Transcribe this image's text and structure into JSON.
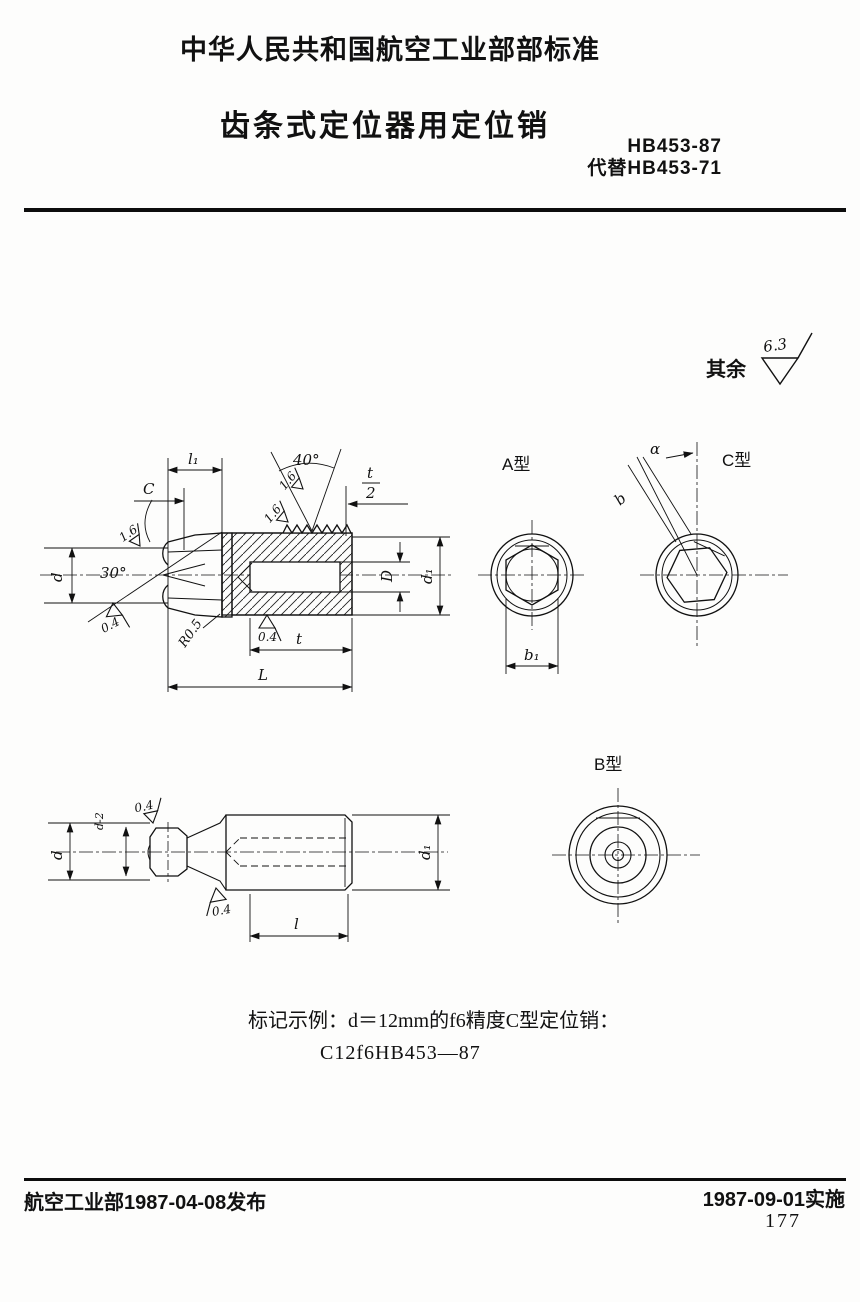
{
  "header": {
    "org": "中华人民共和国航空工业部部标准",
    "title": "齿条式定位器用定位销",
    "std_no": "HB453-87",
    "replaces": "代替HB453-71"
  },
  "surface_note": {
    "prefix": "其余",
    "roughness": "6.3"
  },
  "main_view": {
    "l1": "l₁",
    "c": "C",
    "angle_top": "40°",
    "rough_flank_1": "1.6",
    "rough_flank_2": "1.6",
    "t_num": "t",
    "t_den": "2",
    "angle_left": "30°",
    "rough_tip": "1.6",
    "d": "d",
    "rough_left": "0.4",
    "radius": "R0.5",
    "rough_mid": "0.4",
    "t": "t",
    "L": "L",
    "D": "D",
    "d1": "d₁"
  },
  "type_a": {
    "label": "A型",
    "b1": "b₁"
  },
  "type_c": {
    "label": "C型",
    "alpha": "α",
    "b": "b"
  },
  "type_b_side": {
    "d": "d",
    "d_minus_2": "d-2",
    "rough_top": "0.4",
    "rough_bottom": "0.4",
    "d1": "d₁",
    "l": "l"
  },
  "type_b": {
    "label": "B型"
  },
  "example": {
    "line1": "标记示例：d＝12mm的f6精度C型定位销：",
    "line2": "C12f6HB453—87"
  },
  "footer": {
    "issued": "航空工业部1987-04-08发布",
    "effective": "1987-09-01实施",
    "page": "177"
  }
}
